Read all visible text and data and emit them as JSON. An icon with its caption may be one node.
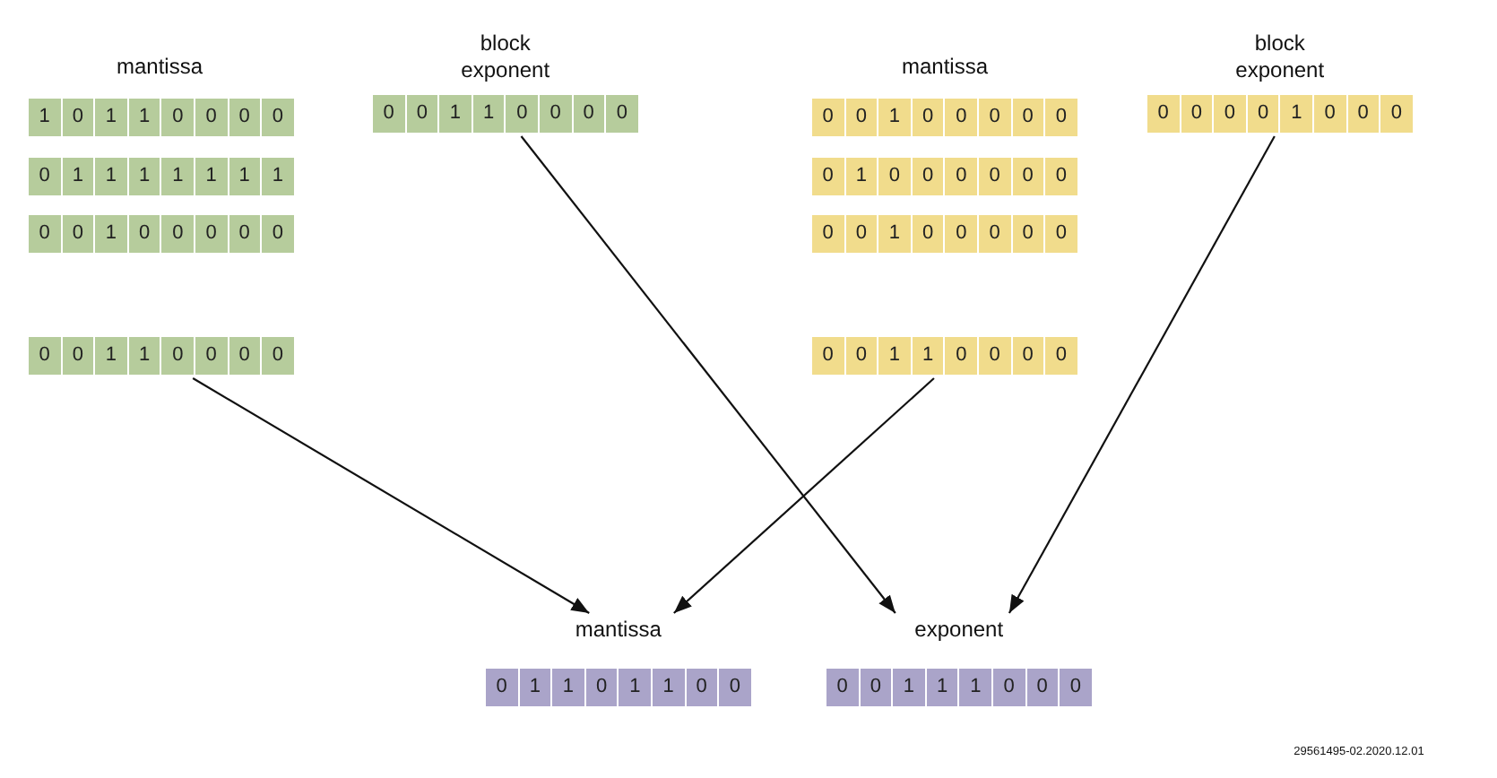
{
  "diagram": {
    "nodes": [
      {
        "text": [
          "1",
          "0",
          "1",
          "1",
          "0",
          "0",
          "0",
          "0"
        ]
      },
      {
        "text": [
          "block exponent",
          "0",
          "0",
          "1",
          "1",
          "0",
          "0",
          "0",
          "0"
        ]
      },
      {
        "text": [
          "0",
          "0",
          "1",
          "0",
          "0",
          "0",
          "0",
          "0"
        ]
      },
      {
        "text": [
          "block exponent",
          "0",
          "0",
          "0",
          "0",
          "1",
          "0",
          "0",
          "0"
        ]
      },
      {
        "text": [
          "0",
          "1",
          "1",
          "1",
          "1",
          "1",
          "1",
          "1"
        ]
      },
      {
        "text": [
          "0",
          "1",
          "0",
          "0",
          "0",
          "0",
          "0",
          "0"
        ]
      },
      {
        "text": [
          "0",
          "0",
          "1",
          "0",
          "0",
          "0",
          "0",
          "0"
        ]
      },
      {
        "text": [
          "0",
          "0",
          "1",
          "0",
          "0",
          "0",
          "0",
          "0"
        ]
      },
      {
        "text": [
          "0",
          "0",
          "1",
          "1",
          "0",
          "0",
          "0",
          "0"
        ]
      },
      {
        "text": [
          "0",
          "0",
          "1",
          "1",
          "0",
          "0",
          "0",
          "0"
        ]
      },
      {
        "text": [
          "mantissa",
          "0",
          "1",
          "1",
          "0",
          "1",
          "1",
          "0",
          "0"
        ]
      },
      {
        "text": [
          "exponent",
          "0",
          "0",
          "1",
          "1",
          "1",
          "0",
          "0",
          "0"
        ]
      }
    ],
    "edges": [
      {
        "from": 8,
        "to": 10,
        "arrow": "to"
      },
      {
        "from": 1,
        "to": 11,
        "arrow": "to"
      },
      {
        "from": 9,
        "to": 10,
        "arrow": "to"
      },
      {
        "from": 3,
        "to": 11,
        "arrow": "to"
      }
    ],
    "labels": [
      "mantissa",
      "mantissa",
      "29561495-02.2020.12.01"
    ]
  }
}
